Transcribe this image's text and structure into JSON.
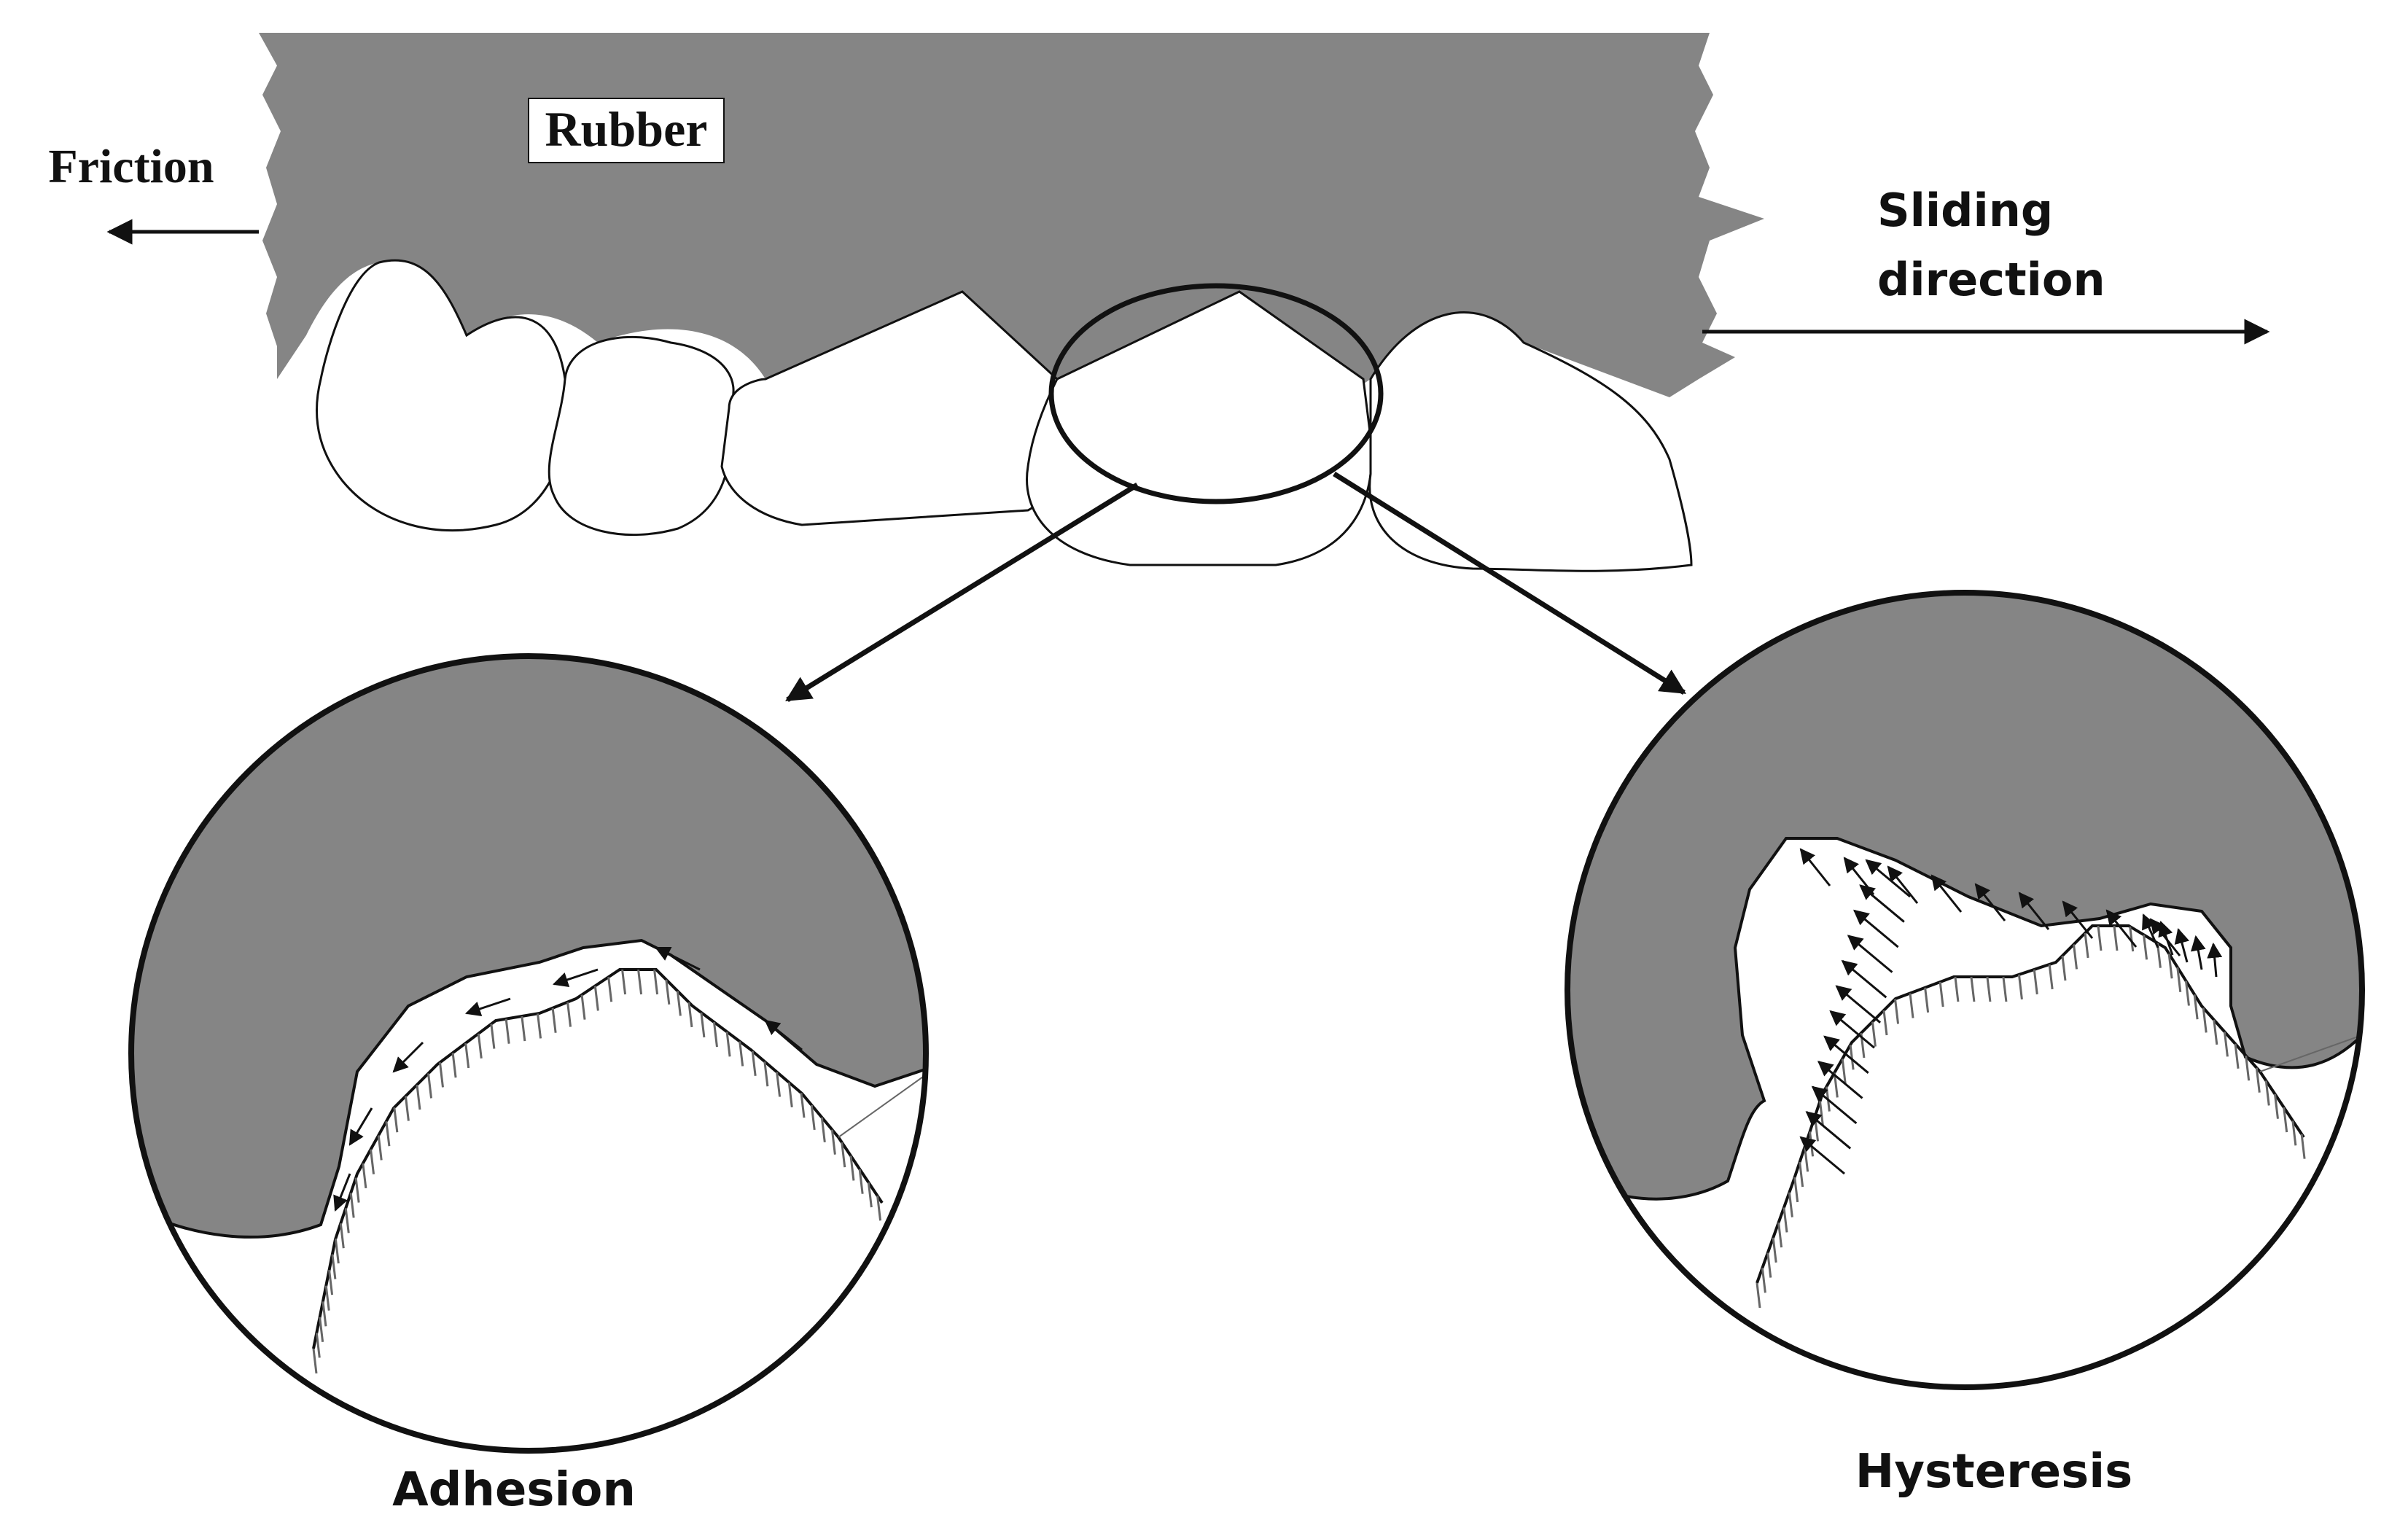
{
  "labels": {
    "rubber": "Rubber",
    "friction": "Friction",
    "sliding_line1": "Sliding",
    "sliding_line2": "direction",
    "adhesion": "Adhesion",
    "hysteresis": "Hysteresis"
  },
  "colors": {
    "rubber": "#858585",
    "line": "#111111",
    "background": "#ffffff",
    "hatch": "#666666"
  }
}
